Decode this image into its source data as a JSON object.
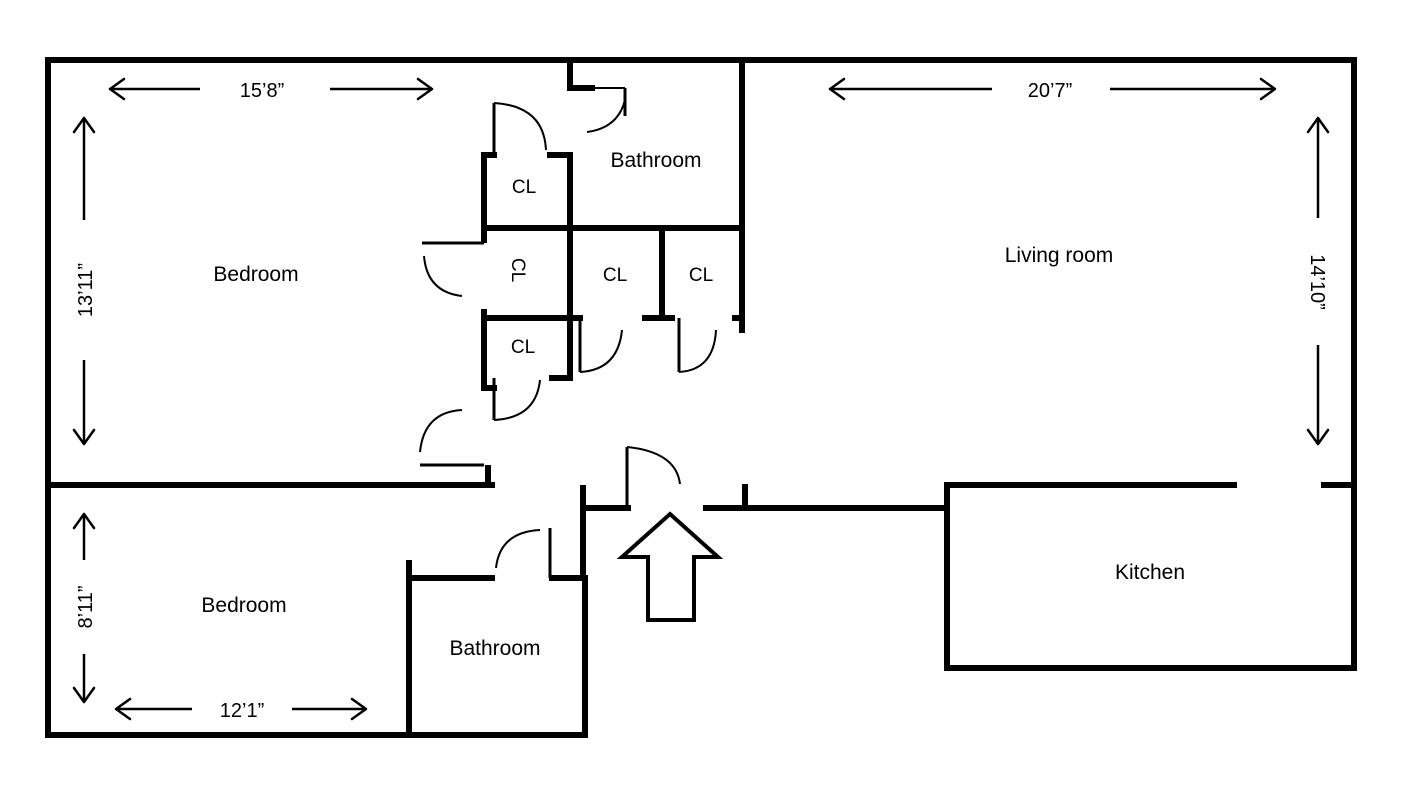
{
  "rooms": {
    "bedroom_main": "Bedroom",
    "bedroom_second": "Bedroom",
    "bathroom_upper": "Bathroom",
    "bathroom_lower": "Bathroom",
    "living_room": "Living room",
    "kitchen": "Kitchen"
  },
  "closets": {
    "cl_top": "CL",
    "cl_rotated": "CL",
    "cl_lower": "CL",
    "cl_middle": "CL",
    "cl_right": "CL"
  },
  "dimensions": {
    "bedroom_main_width": "15’8”",
    "bedroom_main_height": "13’11”",
    "living_room_width": "20’7”",
    "living_room_height": "14’10”",
    "bedroom_second_height": "8’11”",
    "bedroom_second_width": "12’1”"
  },
  "colors": {
    "wall": "#000000",
    "background": "#ffffff"
  },
  "entry_arrow_icon": "up-arrow-outline"
}
